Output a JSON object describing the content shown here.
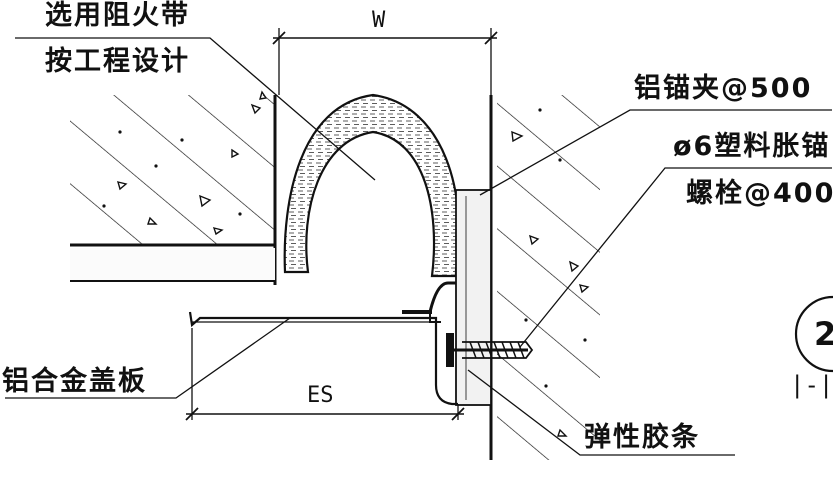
{
  "labels": {
    "fire_strip_line1": "选用阻火带",
    "fire_strip_line2": "按工程设计",
    "width_dim": "W",
    "anchor_clip": "铝锚夹@500",
    "anchor_bolt_line1": "ø6塑料胀锚",
    "anchor_bolt_line2": "螺栓@400",
    "cover_plate": "铝合金盖板",
    "es_dim": "ES",
    "rubber_strip": "弹性胶条",
    "section_mark": "|-|",
    "detail_number": "2"
  },
  "colors": {
    "line": "#111111",
    "fill_strip": "#f4f4f4",
    "background": "#ffffff"
  }
}
